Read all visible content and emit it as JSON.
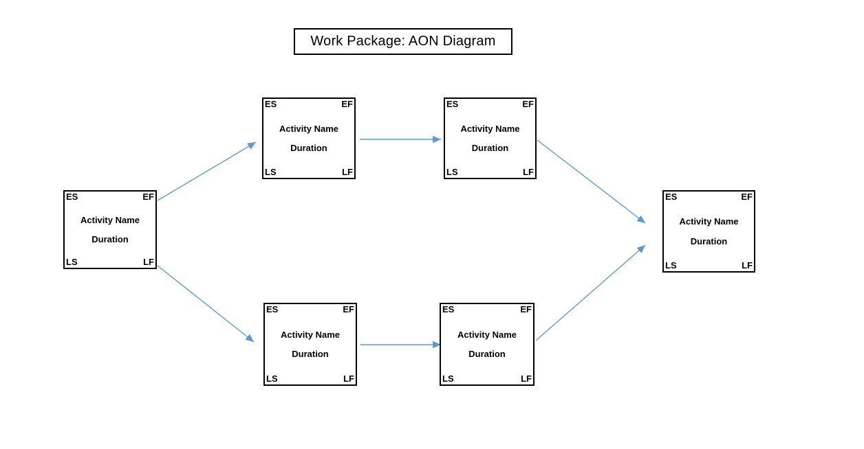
{
  "title": {
    "label": "Work Package: AON Diagram"
  },
  "diagram": {
    "type": "aon-network",
    "colors": {
      "arrow": "#5B9BD5",
      "box_border": "#000000",
      "text": "#000000",
      "background": "#FFFFFF"
    },
    "nodes": [
      {
        "id": "start",
        "es": "ES",
        "ef": "EF",
        "name": "Activity Name",
        "duration": "Duration",
        "ls": "LS",
        "lf": "LF"
      },
      {
        "id": "upper-1",
        "es": "ES",
        "ef": "EF",
        "name": "Activity Name",
        "duration": "Duration",
        "ls": "LS",
        "lf": "LF"
      },
      {
        "id": "upper-2",
        "es": "ES",
        "ef": "EF",
        "name": "Activity Name",
        "duration": "Duration",
        "ls": "LS",
        "lf": "LF"
      },
      {
        "id": "lower-1",
        "es": "ES",
        "ef": "EF",
        "name": "Activity Name",
        "duration": "Duration",
        "ls": "LS",
        "lf": "LF"
      },
      {
        "id": "lower-2",
        "es": "ES",
        "ef": "EF",
        "name": "Activity Name",
        "duration": "Duration",
        "ls": "LS",
        "lf": "LF"
      },
      {
        "id": "end",
        "es": "ES",
        "ef": "EF",
        "name": "Activity Name",
        "duration": "Duration",
        "ls": "LS",
        "lf": "LF"
      }
    ],
    "edges": [
      {
        "from": "start",
        "to": "upper-1"
      },
      {
        "from": "start",
        "to": "lower-1"
      },
      {
        "from": "upper-1",
        "to": "upper-2"
      },
      {
        "from": "lower-1",
        "to": "lower-2"
      },
      {
        "from": "upper-2",
        "to": "end"
      },
      {
        "from": "lower-2",
        "to": "end"
      }
    ]
  }
}
